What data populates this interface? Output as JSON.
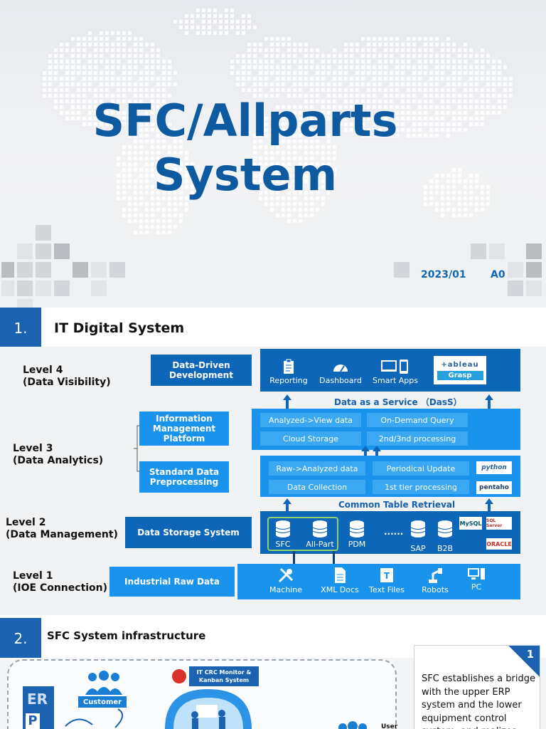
{
  "title_slide": {
    "title_line1": "SFC/Allparts",
    "title_line2": "System",
    "date": "2023/01",
    "version": "A0"
  },
  "section1": {
    "number": "1.",
    "title": "IT Digital System",
    "levels": {
      "level4": {
        "name": "Level 4",
        "sub": "(Data Visibility)"
      },
      "level3": {
        "name": "Level 3",
        "sub": "(Data Analytics)"
      },
      "level2": {
        "name": "Level 2",
        "sub": "(Data Management)"
      },
      "level1": {
        "name": "Level 1",
        "sub": "(IOE Connection)"
      }
    },
    "boxes": {
      "data_driven": "Data-Driven Development",
      "info_mgmt": "Information Management Platform",
      "std_preproc": "Standard Data Preprocessing",
      "data_storage": "Data Storage System",
      "industrial_raw": "Industrial Raw Data"
    },
    "visibility_items": [
      "Reporting",
      "Dashboard",
      "Smart Apps"
    ],
    "visibility_logos": [
      "+ableau",
      "Grasp"
    ],
    "dass_text": "Data as a Service （DasS）",
    "info_cells": [
      "Analyzed->View data",
      "On-Demand Query",
      "Cloud Storage",
      "2nd/3nd processing"
    ],
    "preproc_cells": [
      "Raw->Analyzed data",
      "Periodical Update",
      "Data Collection",
      "1st tier processing"
    ],
    "preproc_logos": [
      "python",
      "pentaho"
    ],
    "common_table": "Common Table Retrieval",
    "storage_items": [
      "SFC",
      "All-Part",
      "PDM",
      "......",
      "SAP",
      "B2B"
    ],
    "storage_logos": [
      "MySQL",
      "SQL Server",
      "ORACLE"
    ],
    "raw_items": [
      "Machine",
      "XML Docs",
      "Text Files",
      "Robots",
      "PC"
    ]
  },
  "section2": {
    "number": "2.",
    "title": "SFC System infrastructure",
    "monitor_label": "IT CRC Monitor & Kanban System",
    "customer_label": "Customer",
    "erp_label_a": "ER",
    "erp_label_b": "P",
    "user_label": "User",
    "note_badge": "1",
    "note_text": "SFC establishes a bridge with the upper ERP system and the lower equipment control system, and realizes"
  },
  "colors": {
    "brand_blue": "#0d66b8",
    "light_blue": "#1a93ec",
    "title_blue": "#0e5aa0"
  }
}
